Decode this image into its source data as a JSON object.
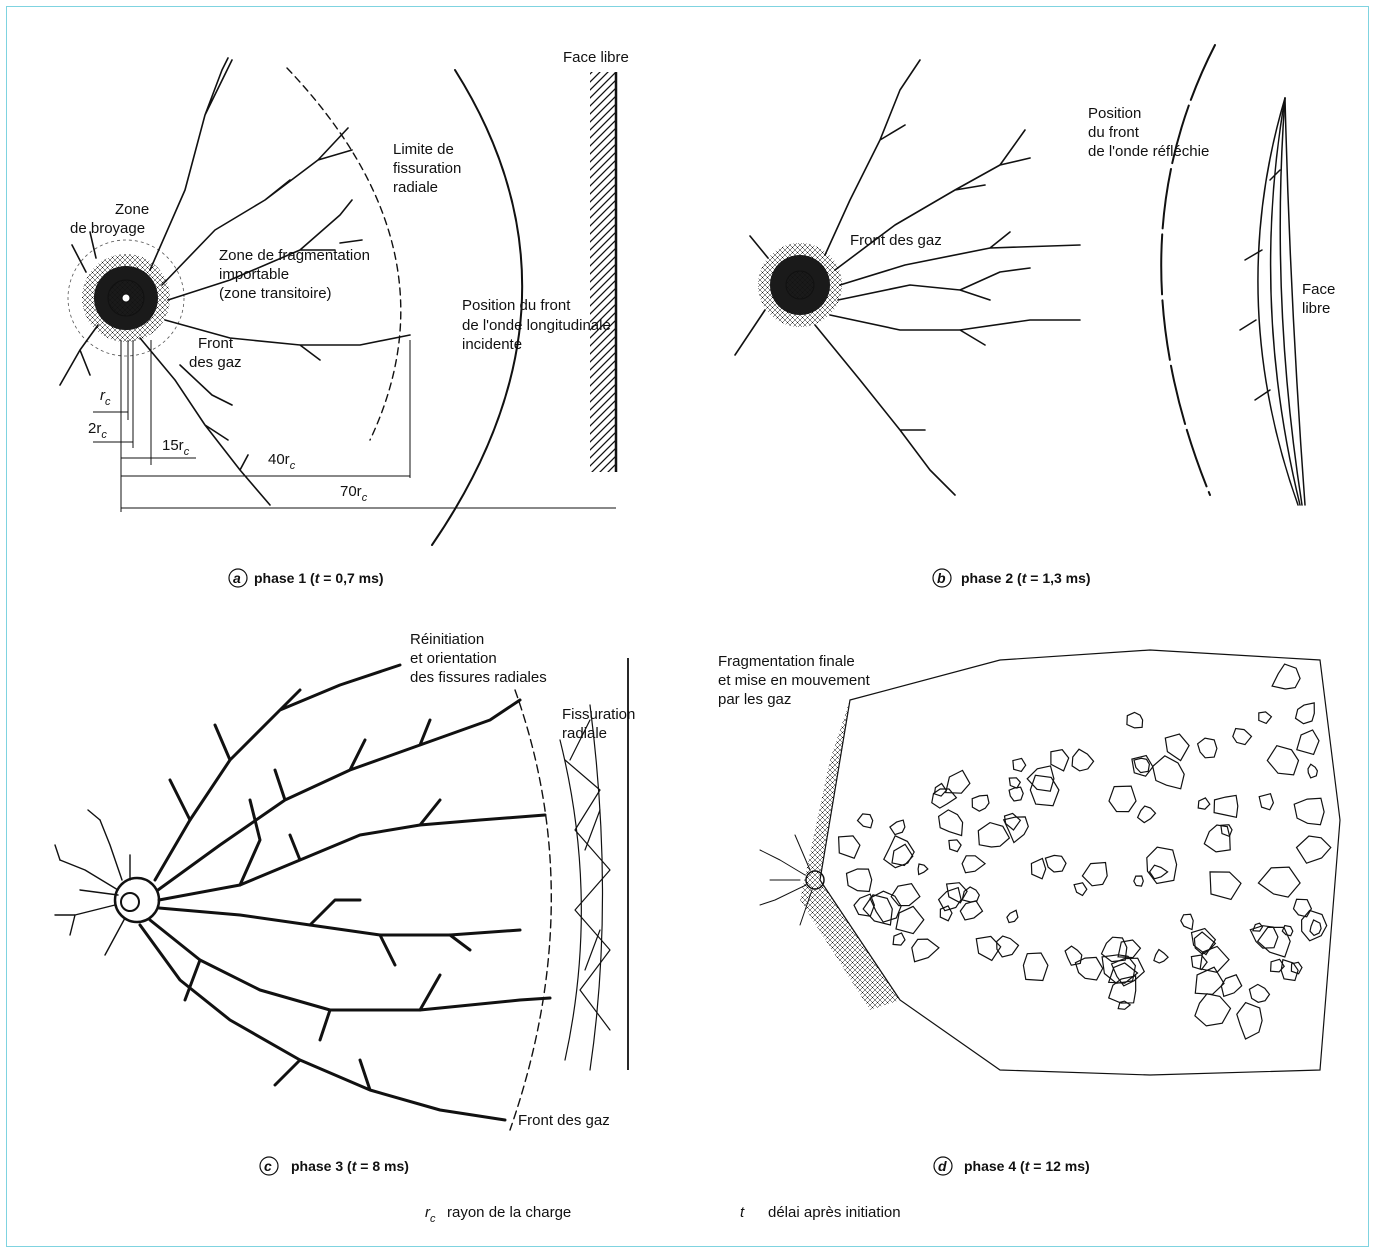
{
  "panels": {
    "a": {
      "letter": "a",
      "caption_pre": "phase 1 (",
      "caption_t": "t",
      "caption_post": " = 0,7 ms)",
      "labels": {
        "face_libre": "Face libre",
        "limite_1": "Limite de",
        "limite_2": "fissuration",
        "limite_3": "radiale",
        "zone_1": "Zone",
        "zone_2": "de broyage",
        "frag_1": "Zone de fragmentation",
        "frag_2": "importable",
        "frag_3": "(zone transitoire)",
        "front_1": "Front",
        "front_2": "des gaz",
        "onde_1": "Position du front",
        "onde_2": "de l'onde longitudinale",
        "onde_3": "incidente",
        "dim_rc": "r",
        "dim_2rc": "2r",
        "dim_15rc": "15r",
        "dim_40rc": "40r",
        "dim_70rc": "70r",
        "dim_sub": "c"
      }
    },
    "b": {
      "letter": "b",
      "caption_pre": "phase 2 (",
      "caption_t": "t",
      "caption_post": " = 1,3 ms)",
      "labels": {
        "pos_1": "Position",
        "pos_2": "du front",
        "pos_3": "de l'onde réfléchie",
        "front": "Front des gaz",
        "face_1": "Face",
        "face_2": "libre"
      }
    },
    "c": {
      "letter": "c",
      "caption_pre": "phase 3 (",
      "caption_t": "t",
      "caption_post": " = 8 ms)",
      "labels": {
        "reinit_1": "Réinitiation",
        "reinit_2": "et orientation",
        "reinit_3": "des fissures radiales",
        "fiss_1": "Fissuration",
        "fiss_2": "radiale",
        "front": "Front des gaz"
      }
    },
    "d": {
      "letter": "d",
      "caption_pre": "phase 4 (",
      "caption_t": "t",
      "caption_post": " = 12 ms)",
      "labels": {
        "frag_1": "Fragmentation finale",
        "frag_2": "et mise en mouvement",
        "frag_3": "par les gaz"
      }
    }
  },
  "legend": {
    "rc_symbol": "r",
    "rc_sub": "c",
    "rc_text": "rayon de la charge",
    "t_symbol": "t",
    "t_text": "délai après initiation"
  },
  "colors": {
    "frame": "#7fd3e0",
    "ink": "#111111"
  }
}
